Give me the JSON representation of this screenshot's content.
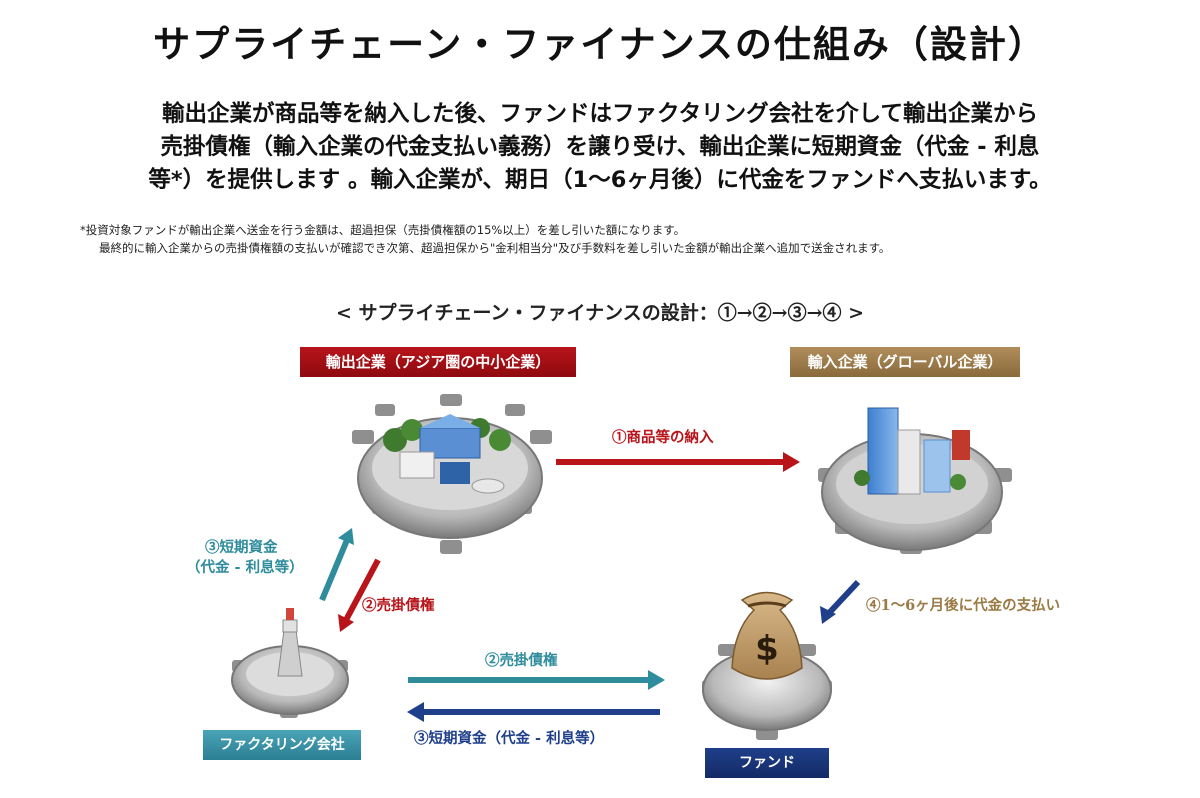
{
  "title": "サプライチェーン・ファイナンスの仕組み（設計）",
  "description": [
    "輸出企業が商品等を納入した後、ファンドはファクタリング会社を介して輸出企業から",
    "売掛債権（輸入企業の代金支払い義務）を譲り受け、輸出企業に短期資金（代金 - 利息",
    "等*）を提供します 。輸入企業が、期日（1～6ヶ月後）に代金をファンドへ支払います。"
  ],
  "notes": [
    "*投資対象ファンドが輸出企業へ送金を行う金額は、超過担保（売掛債権額の15%以上）を差し引いた額になります。",
    "最終的に輸入企業からの売掛債権額の支払いが確認でき次第、超過担保から\"金利相当分\"及び手数料を差し引いた金額が輸出企業へ追加で送金されます。"
  ],
  "diagram": {
    "title": "< サプライチェーン・ファイナンスの設計：①→②→③→④ >",
    "nodes": {
      "exporter": "輸出企業（アジア圏の中小企業）",
      "importer": "輸入企業（グローバル企業）",
      "factoring": "ファクタリング会社",
      "fund": "ファンド"
    },
    "flows": {
      "delivery": "①商品等の納入",
      "short_funds_up_line1": "③短期資金",
      "short_funds_up_line2": "（代金 - 利息等）",
      "receivables_down": "②売掛債権",
      "payment": "④1～6ヶ月後に代金の支払い",
      "receivables_right": "②売掛債権",
      "short_funds_left": "③短期資金（代金 - 利息等）"
    },
    "icons": [
      "factory-gear-icon",
      "city-gear-icon",
      "tower-gear-icon",
      "money-bag-gear-icon"
    ],
    "colors": {
      "red": "#b8141a",
      "gold": "#9a7a45",
      "teal": "#2f8c9c",
      "navy": "#1f3f8a"
    },
    "money_symbol": "$"
  }
}
